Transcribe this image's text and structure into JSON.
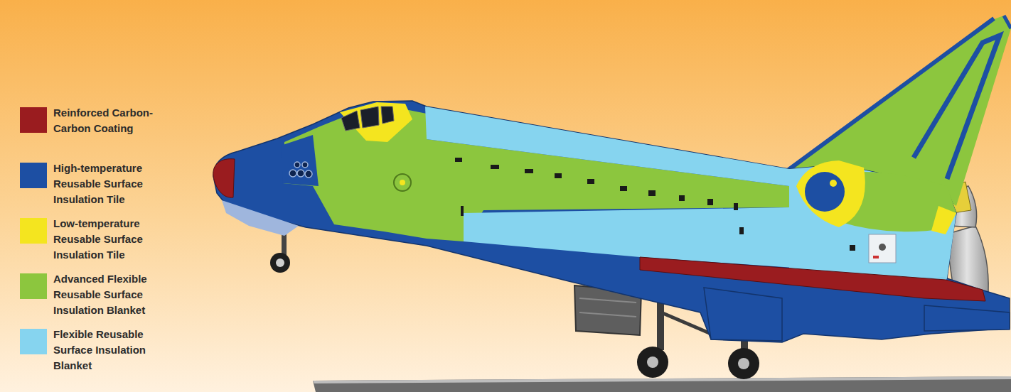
{
  "diagram": {
    "legend": [
      {
        "text": "Reinforced Carbon-Carbon Coating",
        "color": "#9a1c1f"
      },
      {
        "text": "High-temperature Reusable Surface Insulation Tile",
        "color": "#1d4fa3"
      },
      {
        "text": "Low-temperature Reusable Surface Insulation Tile",
        "color": "#f4e51f"
      },
      {
        "text": "Advanced Flexible Reusable Surface Insulation Blanket",
        "color": "#8cc63e"
      },
      {
        "text": "Flexible Reusable Surface Insulation Blanket",
        "color": "#86d4ef"
      }
    ]
  }
}
